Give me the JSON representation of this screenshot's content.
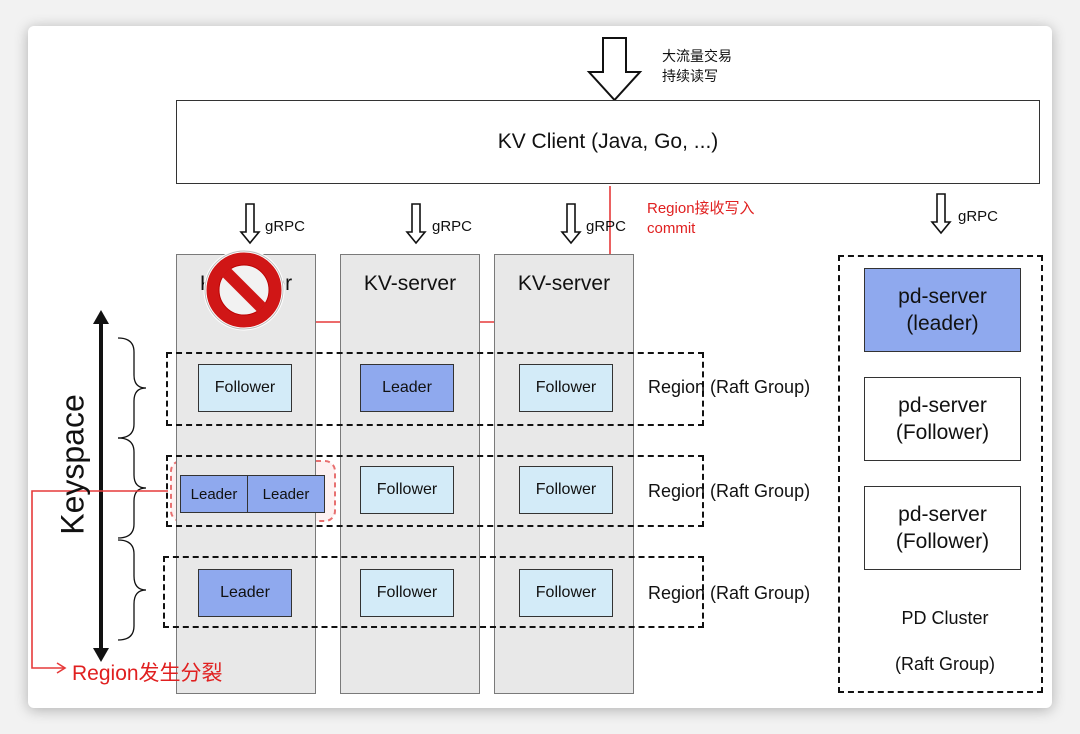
{
  "top_note": {
    "line1": "大流量交易",
    "line2": "持续读写"
  },
  "client": {
    "label": "KV Client (Java, Go, ...)"
  },
  "grpc": {
    "label": "gRPC"
  },
  "commit_note": {
    "line1": "Region接收写入",
    "line2": "commit"
  },
  "servers": [
    {
      "title": "KV-server"
    },
    {
      "title": "KV-server"
    },
    {
      "title": "KV-server"
    }
  ],
  "regions": [
    {
      "label": "Region (Raft Group)",
      "cells": [
        "Follower",
        "Leader",
        "Follower"
      ]
    },
    {
      "label": "Region (Raft Group)",
      "cells": [
        "Leader",
        "Leader",
        "Follower",
        "Follower"
      ]
    },
    {
      "label": "Region (Raft Group)",
      "cells": [
        "Leader",
        "Follower",
        "Follower"
      ]
    }
  ],
  "keyspace": {
    "label": "Keyspace"
  },
  "split_note": {
    "label": "Region发生分裂"
  },
  "pd": {
    "nodes": [
      {
        "line1": "pd-server",
        "line2": "(leader)"
      },
      {
        "line1": "pd-server",
        "line2": "(Follower)"
      },
      {
        "line1": "pd-server",
        "line2": "(Follower)"
      }
    ],
    "cluster_line1": "PD Cluster",
    "cluster_line2": "(Raft Group)"
  },
  "colors": {
    "leader": "#8fa9ee",
    "follower": "#d3ebf8",
    "alert": "#e02020",
    "server_bg": "#e8e8e8"
  }
}
